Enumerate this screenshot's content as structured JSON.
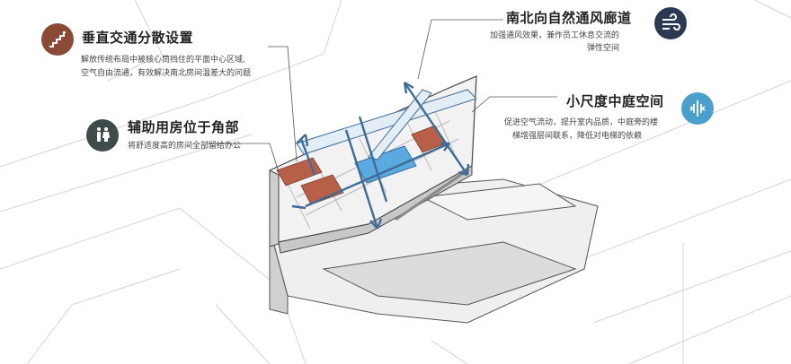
{
  "callouts": {
    "vertical": {
      "title": "垂直交通分散设置",
      "desc": [
        "解放传统布局中被核心筒挡住的平面中心区域,",
        "空气自由流通，有效解决南北房间温差大的问题"
      ],
      "icon": "stairs-icon",
      "color": "#8a4a35"
    },
    "restroom": {
      "title": "辅助用房位于角部",
      "desc": [
        "将舒适度高的房间全部留给办公"
      ],
      "icon": "restroom-icon",
      "color": "#3f4b4a"
    },
    "ventilation": {
      "title": "南北向自然通风廊道",
      "desc": [
        "加强通风效果，兼作员工休息交流的",
        "弹性空间"
      ],
      "icon": "wind-icon",
      "color": "#2b3a52"
    },
    "atrium": {
      "title": "小尺度中庭空间",
      "desc": [
        "促进空气流动，提升室内品质，中庭旁的楼",
        "梯增强层间联系，降低对电梯的依赖"
      ],
      "icon": "atrium-icon",
      "color": "#4a9fcc"
    }
  },
  "colors": {
    "core": "#b85f4a",
    "atrium_fill": "#5aa9df",
    "arrow": "#3f6c97",
    "line": "#444444",
    "massing": "#e9e9e9"
  }
}
